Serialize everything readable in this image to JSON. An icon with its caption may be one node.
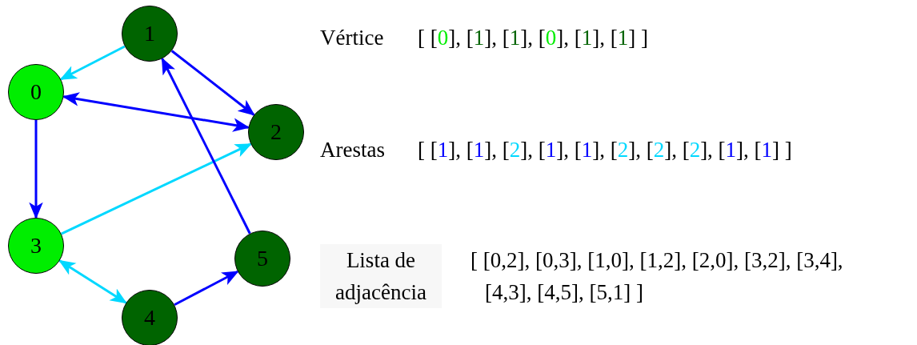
{
  "diagram": {
    "nodes": [
      {
        "text": [
          "0"
        ]
      },
      {
        "text": [
          "1"
        ]
      },
      {
        "text": [
          "2"
        ]
      },
      {
        "text": [
          "3"
        ]
      },
      {
        "text": [
          "4"
        ]
      },
      {
        "text": [
          "5"
        ]
      }
    ],
    "edges": [
      {
        "from": 0,
        "to": 2,
        "arrow": "both"
      },
      {
        "from": 0,
        "to": 3,
        "arrow": "to"
      },
      {
        "from": 1,
        "to": 0,
        "arrow": "to",
        "color": "#00d8ff"
      },
      {
        "from": 1,
        "to": 2,
        "arrow": "to"
      },
      {
        "from": 3,
        "to": 2,
        "arrow": "to",
        "color": "#00d8ff"
      },
      {
        "from": 3,
        "to": 4,
        "arrow": "both",
        "color": "#00d8ff"
      },
      {
        "from": 4,
        "to": 5,
        "arrow": "to"
      },
      {
        "from": 5,
        "to": 1,
        "arrow": "to"
      }
    ],
    "labels": [
      "Vértice",
      "[ [0], [1], [1], [0], [1], [1] ]",
      "Arestas",
      "[ [1], [1], [2], [1], [1], [2], [2], [2], [1], [1] ]",
      "Lista de adjacência",
      "[ [0,2], [0,3], [1,0], [1,2], [2,0], [3,2], [3,4], [4,3], [4,5], [5,1] ]"
    ]
  }
}
